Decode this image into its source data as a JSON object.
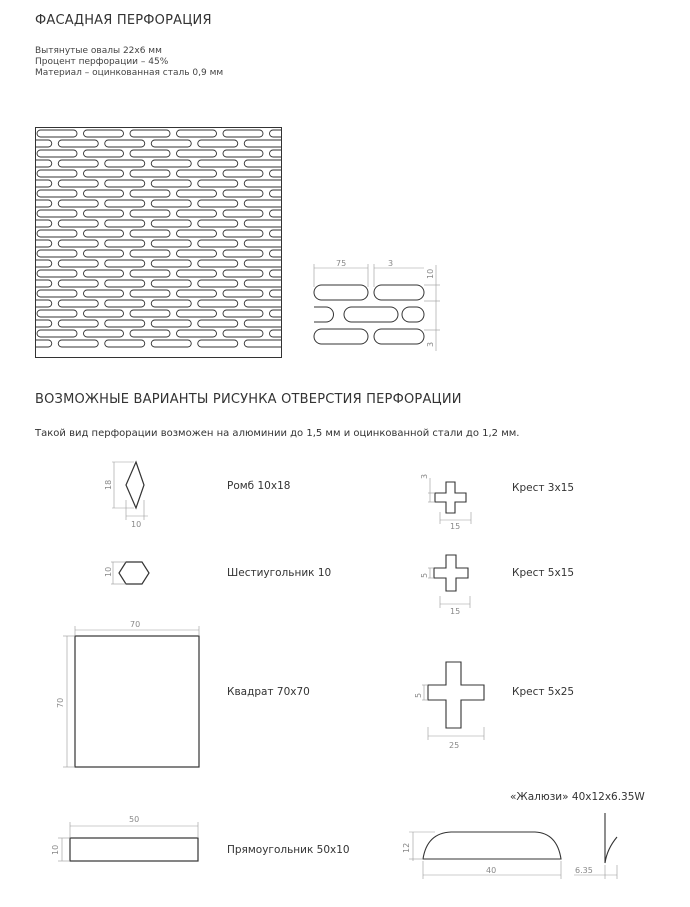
{
  "header": {
    "title": "ФАСАДНАЯ ПЕРФОРАЦИЯ",
    "specs": [
      "Вытянутые овалы 22х6 мм",
      "Процент перфорации – 45%",
      "Материал – оцинкованная сталь 0,9 мм"
    ]
  },
  "pattern_detail": {
    "dim_pitch": "75",
    "dim_gap_h": "3",
    "dim_height": "10",
    "dim_gap_v": "3"
  },
  "variants": {
    "title": "ВОЗМОЖНЫЕ ВАРИАНТЫ РИСУНКА ОТВЕРСТИЯ ПЕРФОРАЦИИ",
    "note": "Такой вид перфорации возможен на алюминии до 1,5 мм и оцинкованной стали до 1,2 мм.",
    "rhombus": {
      "label": "Ромб 10х18",
      "dim_h": "18",
      "dim_w": "10"
    },
    "hexagon": {
      "label": "Шестиугольник 10",
      "dim": "10"
    },
    "square": {
      "label": "Квадрат 70х70",
      "dim_w": "70",
      "dim_h": "70"
    },
    "rectangle": {
      "label": "Прямоугольник 50х10",
      "dim_w": "50",
      "dim_h": "10"
    },
    "cross_3x15": {
      "label": "Крест 3х15",
      "dim_t": "3",
      "dim_w": "15"
    },
    "cross_5x15": {
      "label": "Крест 5х15",
      "dim_t": "5",
      "dim_w": "15"
    },
    "cross_5x25": {
      "label": "Крест 5х25",
      "dim_t": "5",
      "dim_w": "25"
    },
    "louver": {
      "label": "«Жалюзи» 40х12х6.35W",
      "dim_h": "12",
      "dim_w": "40",
      "dim_d": "6.35"
    }
  }
}
